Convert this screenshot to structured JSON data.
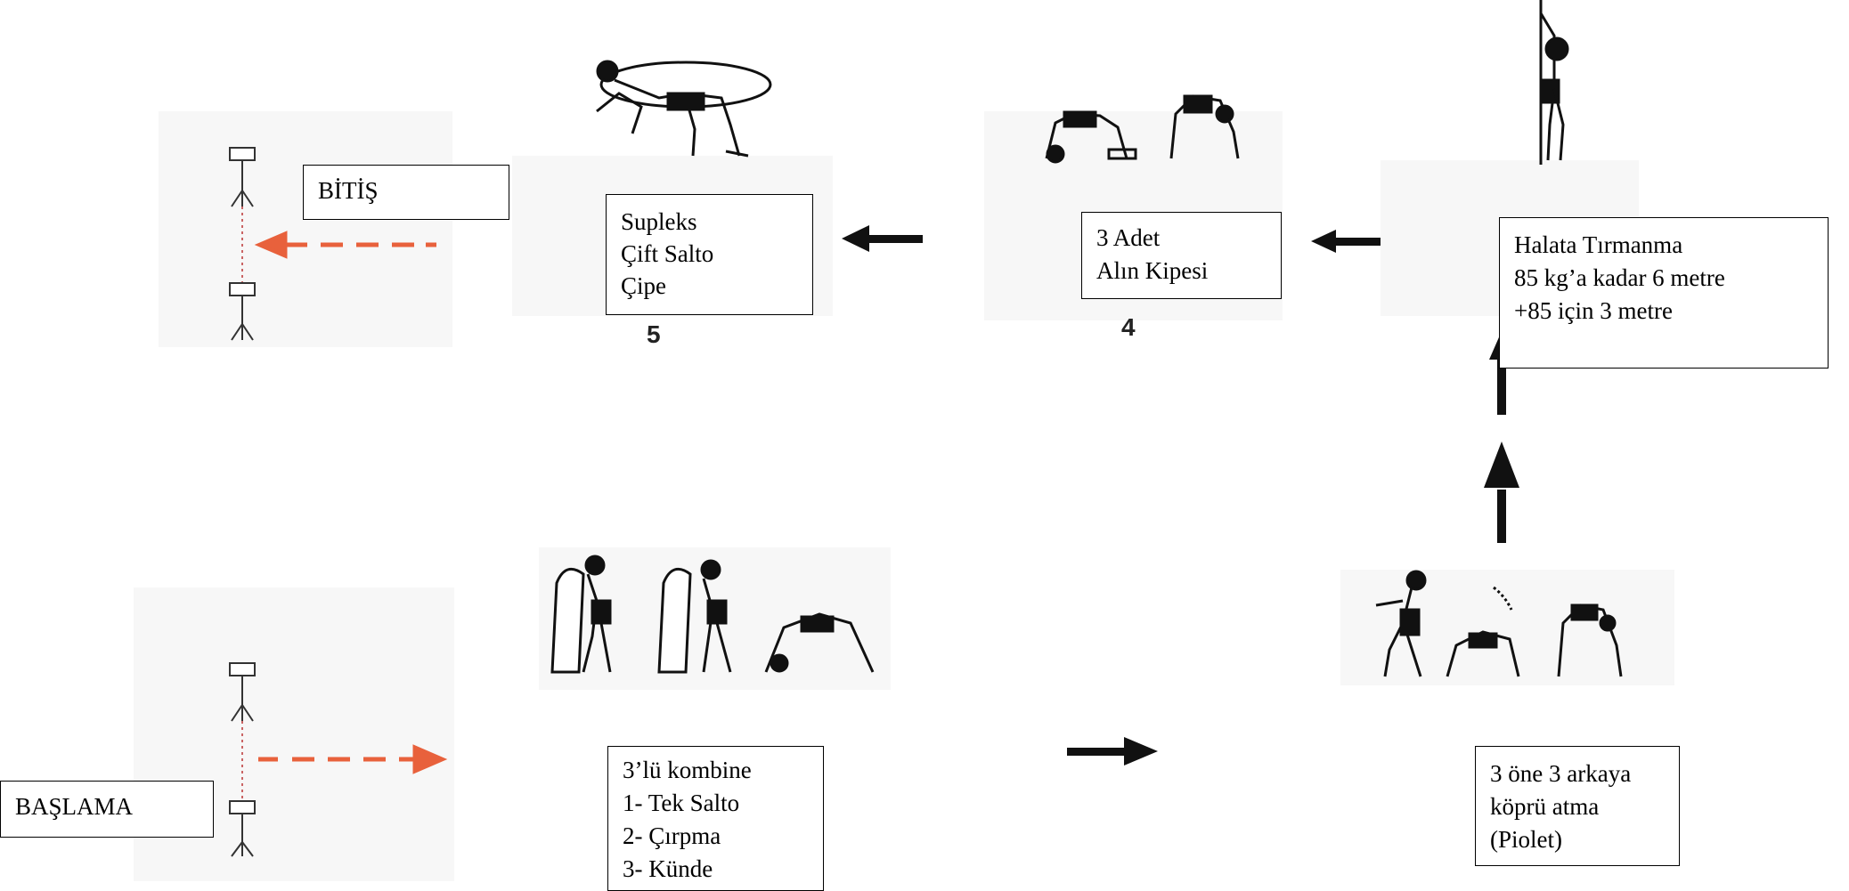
{
  "finish_label": "BİTİŞ",
  "start_label": "BAŞLAMA",
  "stations": {
    "combo": {
      "lines": [
        "3’lü kombine",
        "1- Tek Salto",
        "2- Çırpma",
        "3- Künde"
      ]
    },
    "bridge": {
      "lines": [
        "3 öne 3 arkaya",
        "köprü atma",
        "(Piolet)"
      ]
    },
    "rope": {
      "lines": [
        "Halata Tırmanma",
        "85 kg’a kadar 6 metre",
        "+85 için 3 metre"
      ]
    },
    "forehead": {
      "number": "4",
      "lines": [
        "3 Adet",
        "Alın Kipesi"
      ]
    },
    "suplex": {
      "number": "5",
      "lines": [
        "Supleks",
        "Çift Salto",
        "Çipe"
      ]
    }
  },
  "colors": {
    "dashed_arrow": "#e8613c",
    "arrow": "#111111"
  }
}
